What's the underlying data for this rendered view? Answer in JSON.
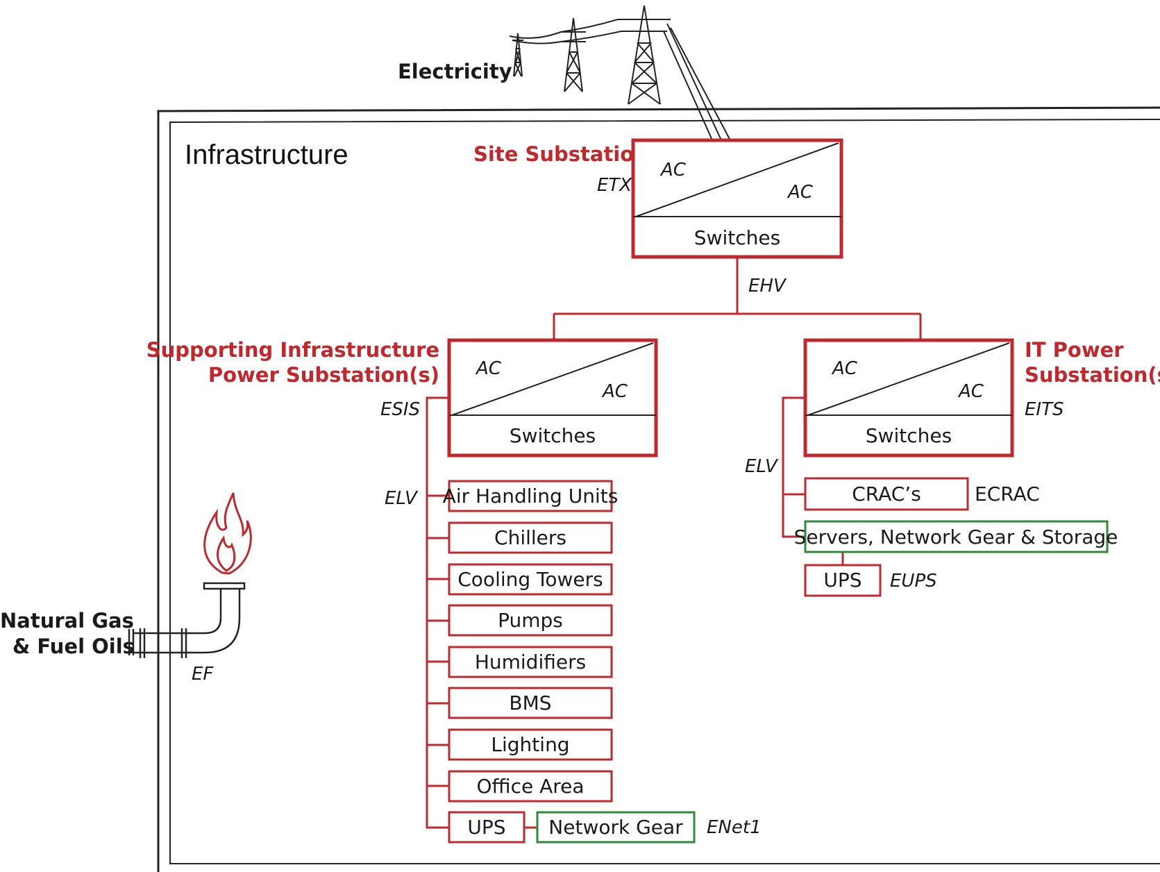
{
  "colors": {
    "substation_red": "#c0282d",
    "it_green": "#2e8b3a",
    "outline": "#222222"
  },
  "inputs": {
    "electricity": "Electricity",
    "natural_gas_line1": "Natural Gas",
    "natural_gas_line2": "& Fuel Oils",
    "ef_label": "EF",
    "icons": [
      "power-tower-icon",
      "flame-icon",
      "pipe-icon"
    ]
  },
  "infrastructure": {
    "title": "Infrastructure"
  },
  "site_substation": {
    "name": "Site Substation",
    "code": "ETX",
    "ac_in": "AC",
    "ac_out": "AC",
    "switches": "Switches"
  },
  "ehv_label": "EHV",
  "supporting_substation": {
    "name_line1": "Supporting Infrastructure",
    "name_line2": "Power Substation(s)",
    "code": "ESIS",
    "ac_in": "AC",
    "ac_out": "AC",
    "switches": "Switches",
    "elv_label": "ELV",
    "loads": [
      "Air Handling Units",
      "Chillers",
      "Cooling Towers",
      "Pumps",
      "Humidifiers",
      "BMS",
      "Lighting",
      "Office Area"
    ],
    "ups": "UPS",
    "network_gear": "Network Gear",
    "network_code": "ENet1"
  },
  "it_substation": {
    "name_line1": "IT Power",
    "name_line2": "Substation(s)",
    "code": "EITS",
    "ac_in": "AC",
    "ac_out": "AC",
    "switches": "Switches",
    "elv_label": "ELV",
    "crac": "CRAC’s",
    "crac_code": "ECRAC",
    "servers": "Servers, Network Gear & Storage",
    "ups": "UPS",
    "ups_code": "EUPS"
  }
}
